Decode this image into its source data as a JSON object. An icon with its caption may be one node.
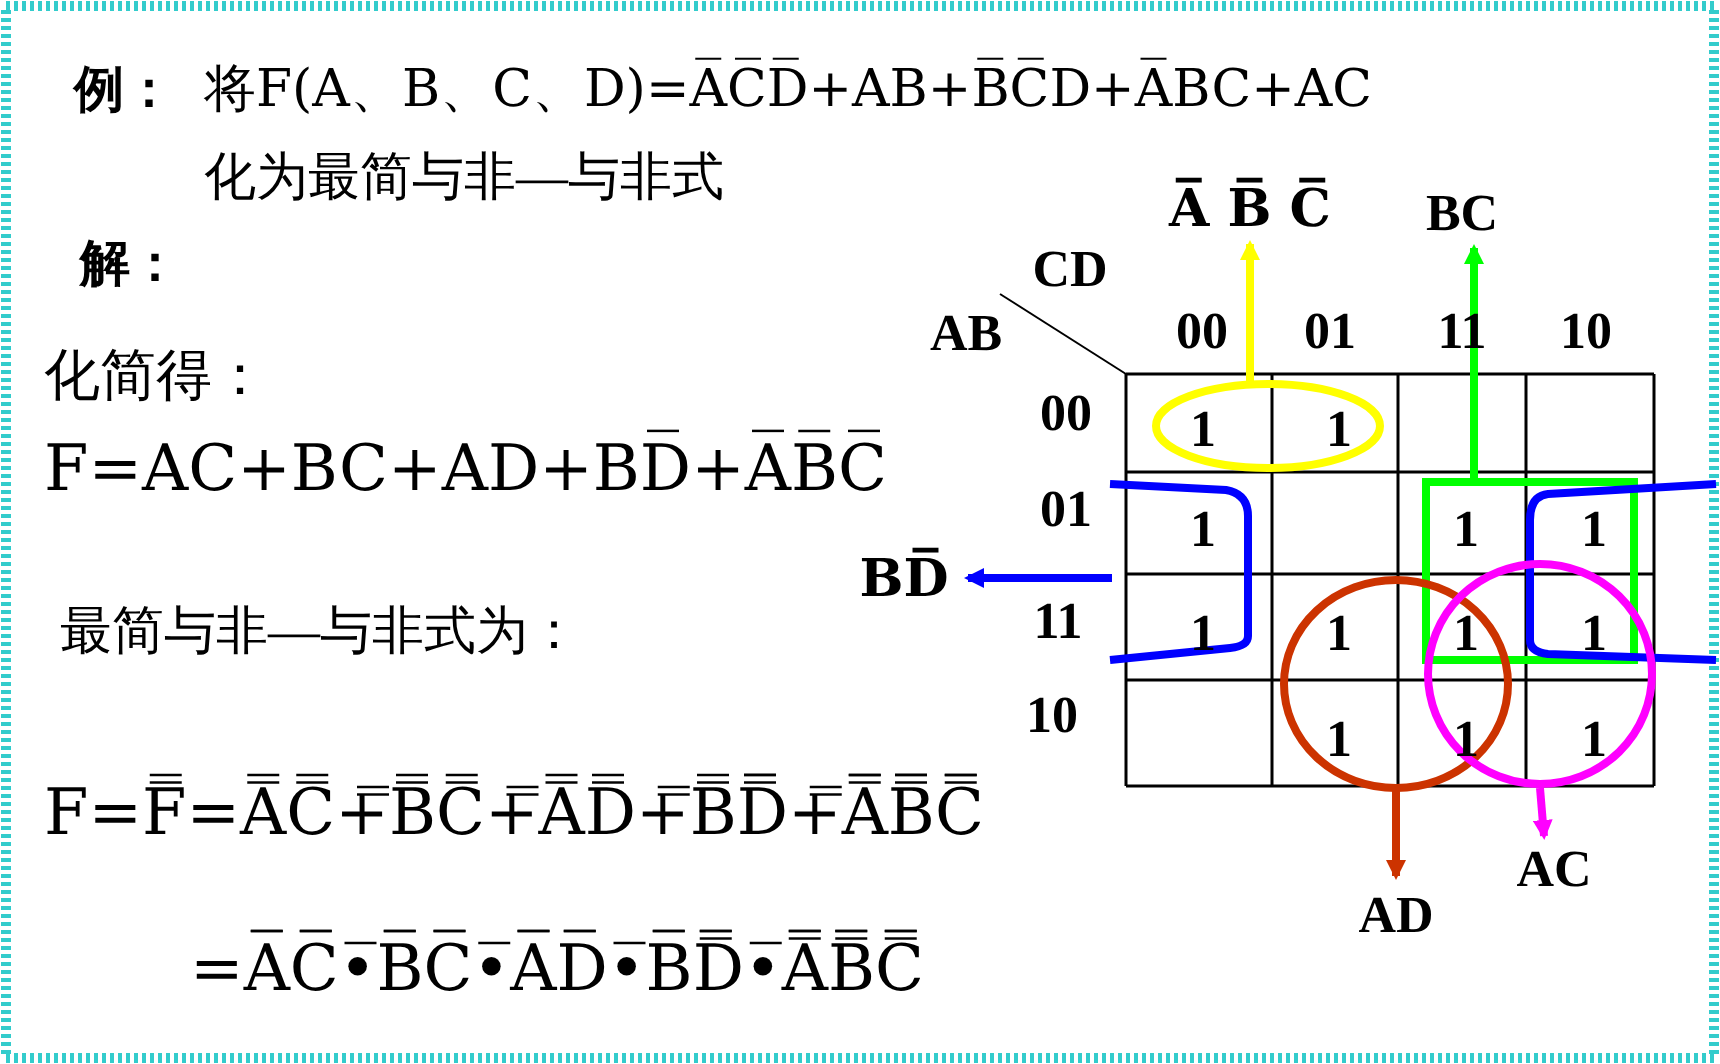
{
  "diagram": {
    "nodes": [
      {
        "text": [
          "A̅ B̅ C̅"
        ]
      },
      {
        "text": [
          "BC"
        ]
      },
      {
        "text": [],
        "shape": "ellipse"
      },
      {
        "text": [],
        "shape": "box"
      },
      {
        "text": [
          "BD̅"
        ]
      },
      {
        "text": [],
        "shape": "bracket"
      },
      {
        "text": [],
        "shape": "bracket"
      },
      {
        "text": [],
        "shape": "circle"
      },
      {
        "text": [],
        "shape": "circle"
      },
      {
        "text": [
          "AD"
        ]
      },
      {
        "text": [
          "AC"
        ]
      }
    ],
    "edges": [
      {
        "from": 2,
        "to": 0,
        "arrow": "to",
        "color": "#ffff00"
      },
      {
        "from": 3,
        "to": 1,
        "arrow": "to",
        "color": "#00ff00"
      },
      {
        "from": 5,
        "to": 4,
        "arrow": "to",
        "color": "#0000ff"
      },
      {
        "from": 7,
        "to": 9,
        "arrow": "to",
        "color": "#cc3300"
      },
      {
        "from": 8,
        "to": 10,
        "arrow": "to",
        "color": "#ff00ff"
      }
    ],
    "labels": [
      "例：",
      "将F(A、B、C、D)=A̅C̅D̅+AB+B̅C̅D+A̅BC+AC",
      "化为最简与非—与非式",
      "解：",
      "化简得：",
      "F=AC+BC+AD+BD̅+A̅B̅C̅",
      "最简与非—与非式为：",
      "F=F̿=A̿C̿+̿B̿C̿+̿A̿D̿+̿B̿D̅̿+̿A̅̿B̅̿C̅̿",
      "=A̅̅C̅̅•̅B̅̅C̅̅•̅A̅̅D̅̅•̅B̅̅D̅̿•̅A̅̿B̅̿C̅̿",
      "CD",
      "AB",
      "00",
      "01",
      "11",
      "10",
      "00",
      "01",
      "11",
      "10",
      "1",
      "1",
      "1",
      "1",
      "1",
      "1",
      "1",
      "1",
      "1",
      "1",
      "1",
      "1"
    ]
  }
}
